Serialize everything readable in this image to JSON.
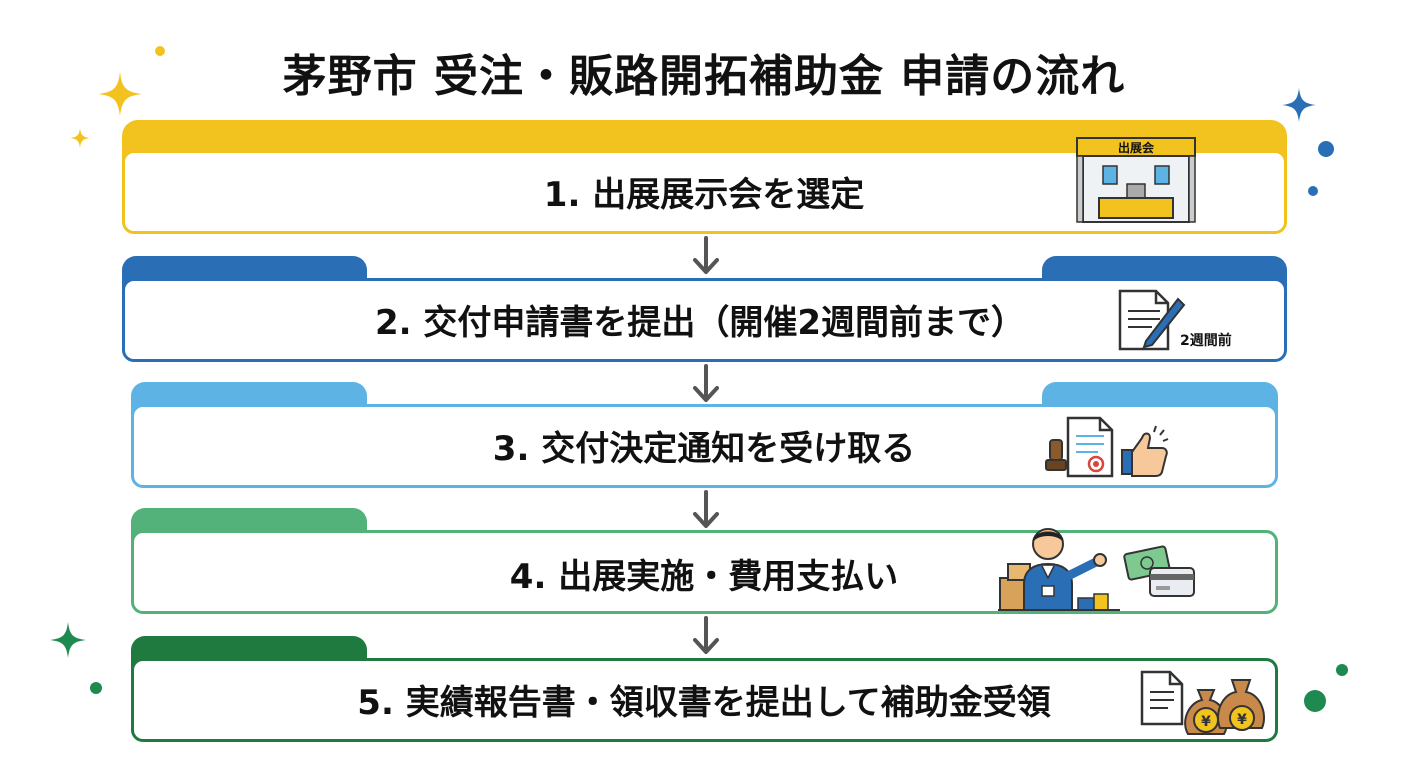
{
  "title": "茅野市 受注・販路開拓補助金 申請の流れ",
  "steps": [
    {
      "label": "1. 出展展示会を選定",
      "color": "#f2c31f"
    },
    {
      "label": "2. 交付申請書を提出（開催2週間前まで）",
      "color": "#2a6fb6"
    },
    {
      "label": "3. 交付決定通知を受け取る",
      "color": "#5db3e4"
    },
    {
      "label": "4. 出展実施・費用支払い",
      "color": "#52b27a"
    },
    {
      "label": "5. 実績報告書・領収書を提出して補助金受領",
      "color": "#1f7a3f"
    }
  ],
  "icons": {
    "booth_sign": "出展会",
    "deadline_note": "2週間前",
    "yen": "¥"
  }
}
